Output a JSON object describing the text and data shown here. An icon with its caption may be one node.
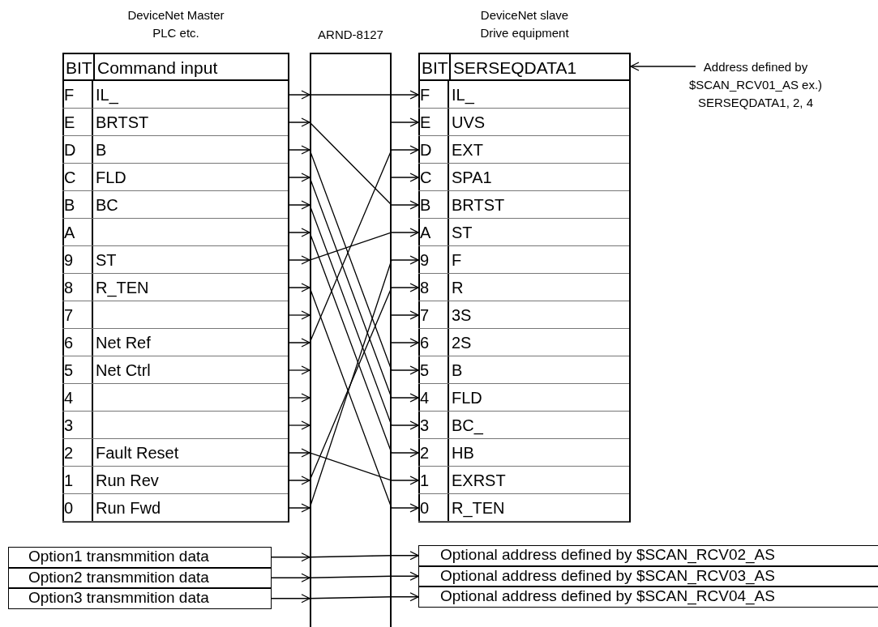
{
  "diagram": {
    "nodes": [
      {
        "text": [
          "DeviceNet Master PLC etc.",
          "BIT",
          "Command input"
        ]
      },
      {
        "text": [
          "F",
          "IL_"
        ],
        "in": 0
      },
      {
        "text": [
          "E",
          "BRTST"
        ],
        "in": 0
      },
      {
        "text": [
          "D",
          "B"
        ],
        "in": 0
      },
      {
        "text": [
          "C",
          "FLD"
        ],
        "in": 0
      },
      {
        "text": [
          "B",
          "BC"
        ],
        "in": 0
      },
      {
        "text": [
          "A"
        ],
        "in": 0
      },
      {
        "text": [
          "9",
          "ST"
        ],
        "in": 0
      },
      {
        "text": [
          "8",
          "R_TEN"
        ],
        "in": 0
      },
      {
        "text": [
          "7"
        ],
        "in": 0
      },
      {
        "text": [
          "6",
          "Net Ref"
        ],
        "in": 0
      },
      {
        "text": [
          "5",
          "Net Ctrl"
        ],
        "in": 0
      },
      {
        "text": [
          "4"
        ],
        "in": 0
      },
      {
        "text": [
          "3"
        ],
        "in": 0
      },
      {
        "text": [
          "2",
          "Fault Reset"
        ],
        "in": 0
      },
      {
        "text": [
          "1",
          "Run Rev"
        ],
        "in": 0
      },
      {
        "text": [
          "0",
          "Run Fwd"
        ],
        "in": 0
      },
      {
        "text": [
          "ARND-8127"
        ]
      },
      {
        "text": [
          "DeviceNet slave Drive equipment",
          "BIT",
          "SERSEQDATA1"
        ]
      },
      {
        "text": [
          "F",
          "IL_"
        ],
        "in": 18
      },
      {
        "text": [
          "E",
          "UVS"
        ],
        "in": 18
      },
      {
        "text": [
          "D",
          "EXT"
        ],
        "in": 18
      },
      {
        "text": [
          "C",
          "SPA1"
        ],
        "in": 18
      },
      {
        "text": [
          "B",
          "BRTST"
        ],
        "in": 18
      },
      {
        "text": [
          "A",
          "ST"
        ],
        "in": 18
      },
      {
        "text": [
          "9",
          "F"
        ],
        "in": 18
      },
      {
        "text": [
          "8",
          "R"
        ],
        "in": 18
      },
      {
        "text": [
          "7",
          "3S"
        ],
        "in": 18
      },
      {
        "text": [
          "6",
          "2S"
        ],
        "in": 18
      },
      {
        "text": [
          "5",
          "B"
        ],
        "in": 18
      },
      {
        "text": [
          "4",
          "FLD"
        ],
        "in": 18
      },
      {
        "text": [
          "3",
          "BC_"
        ],
        "in": 18
      },
      {
        "text": [
          "2",
          "HB"
        ],
        "in": 18
      },
      {
        "text": [
          "1",
          "EXRST"
        ],
        "in": 18
      },
      {
        "text": [
          "0",
          "R_TEN"
        ],
        "in": 18
      },
      {
        "text": [
          "Address defined by $SCAN_RCV01_AS ex.) SERSEQDATA1, 2, 4"
        ]
      },
      {
        "text": [
          "Option1 transmmition data"
        ]
      },
      {
        "text": [
          "Option2 transmmition data"
        ]
      },
      {
        "text": [
          "Option3 transmmition data"
        ]
      },
      {
        "text": [
          "Optional address defined by $SCAN_RCV02_AS"
        ]
      },
      {
        "text": [
          "Optional address defined by $SCAN_RCV03_AS"
        ]
      },
      {
        "text": [
          "Optional address defined by $SCAN_RCV04_AS"
        ]
      }
    ],
    "edges": [
      {
        "from": 1,
        "to": 19,
        "arrow": "to"
      },
      {
        "from": 2,
        "to": 23,
        "arrow": "to"
      },
      {
        "from": 3,
        "to": 29,
        "arrow": "to"
      },
      {
        "from": 4,
        "to": 30,
        "arrow": "to"
      },
      {
        "from": 5,
        "to": 31,
        "arrow": "to"
      },
      {
        "from": 6,
        "to": 32,
        "arrow": "to"
      },
      {
        "from": 7,
        "to": 24,
        "arrow": "to"
      },
      {
        "from": 8,
        "to": 34,
        "arrow": "to"
      },
      {
        "from": 10,
        "to": 21,
        "arrow": "to"
      },
      {
        "from": 14,
        "to": 33,
        "arrow": "to"
      },
      {
        "from": 15,
        "to": 26,
        "arrow": "to"
      },
      {
        "from": 16,
        "to": 25,
        "arrow": "to"
      },
      {
        "from": 9,
        "to": 17,
        "arrow": "to"
      },
      {
        "from": 11,
        "to": 17,
        "arrow": "to"
      },
      {
        "from": 12,
        "to": 17,
        "arrow": "to"
      },
      {
        "from": 13,
        "to": 17,
        "arrow": "to"
      },
      {
        "from": 17,
        "to": 20,
        "arrow": "to"
      },
      {
        "from": 17,
        "to": 22,
        "arrow": "to"
      },
      {
        "from": 17,
        "to": 27,
        "arrow": "to"
      },
      {
        "from": 17,
        "to": 28,
        "arrow": "to"
      },
      {
        "from": 35,
        "to": 18,
        "arrow": "to"
      },
      {
        "from": 36,
        "to": 39,
        "arrow": "to"
      },
      {
        "from": 37,
        "to": 40,
        "arrow": "to"
      },
      {
        "from": 38,
        "to": 41,
        "arrow": "to"
      }
    ]
  }
}
